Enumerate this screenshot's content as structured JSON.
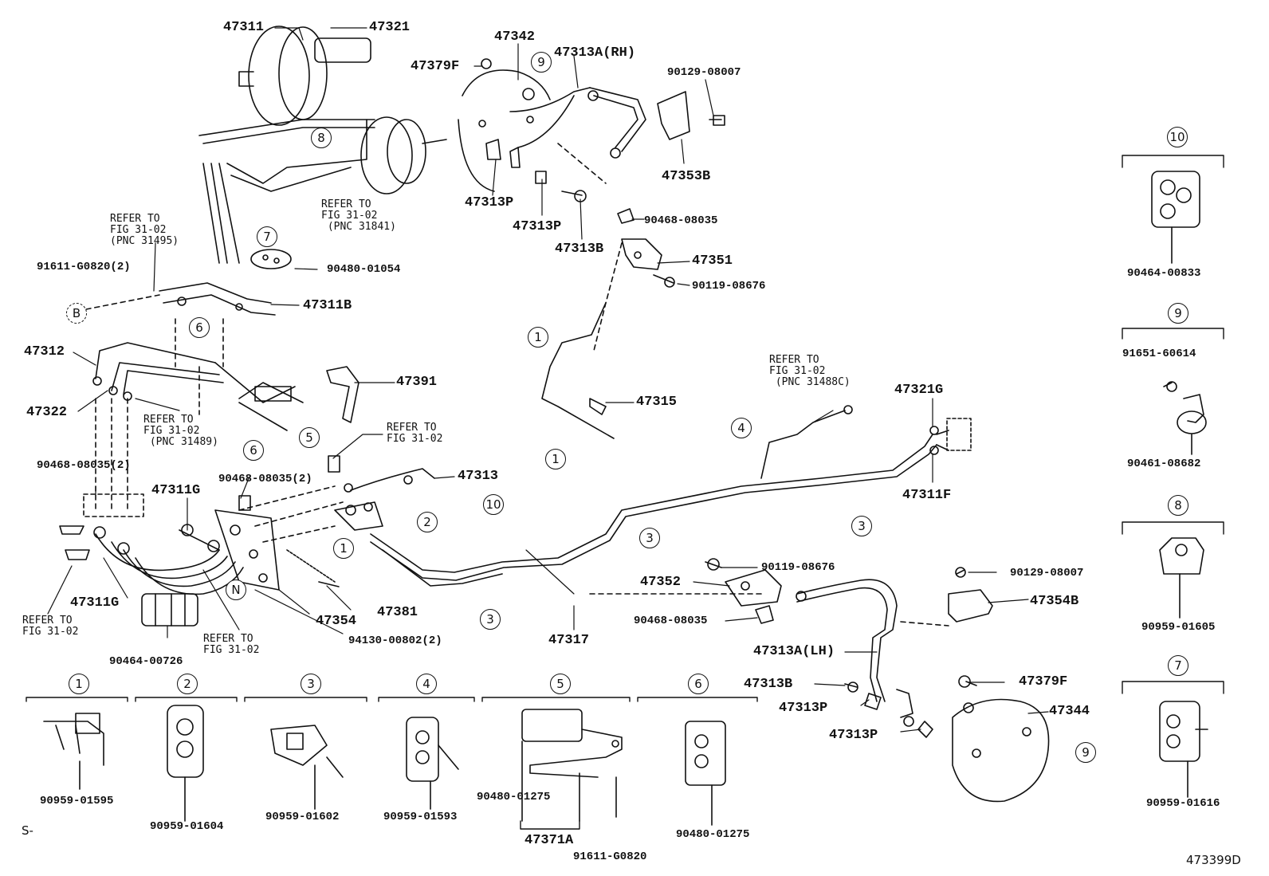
{
  "labels": {
    "p47311": "47311",
    "p47321": "47321",
    "p47342": "47342",
    "p47379F_top": "47379F",
    "p47313A_RH": "47313A(RH)",
    "p90129_08007_top": "90129-08007",
    "p47353B": "47353B",
    "p47313P_a": "47313P",
    "p47313P_b": "47313P",
    "p47313B_top": "47313B",
    "p90468_08035_mid": "90468-08035",
    "p47351": "47351",
    "p90119_08676_top": "90119-08676",
    "p90480_01054": "90480-01054",
    "p91611_G0820_2": "91611-G0820(2)",
    "p47311B": "47311B",
    "p47312": "47312",
    "p47322": "47322",
    "p47391": "47391",
    "p47315": "47315",
    "p47321G": "47321G",
    "p47311F": "47311F",
    "p47313": "47313",
    "p90468_08035_2a": "90468-08035(2)",
    "p90468_08035_2b": "90468-08035(2)",
    "p47311G_a": "47311G",
    "p47311G_b": "47311G",
    "p90119_08676_bot": "90119-08676",
    "p47352": "47352",
    "p90129_08007_bot": "90129-08007",
    "p47354B": "47354B",
    "p90468_08035_bot": "90468-08035",
    "p47354": "47354",
    "p47381": "47381",
    "p47317": "47317",
    "p94130_00802": "94130-00802(2)",
    "p90464_00726": "90464-00726",
    "p47313A_LH": "47313A(LH)",
    "p47313B_bot": "47313B",
    "p47379F_bot": "47379F",
    "p47313P_c": "47313P",
    "p47344": "47344",
    "p47313P_d": "47313P",
    "p90464_00833": "90464-00833",
    "p91651_60614": "91651-60614",
    "p90461_08682": "90461-08682",
    "p90959_01605": "90959-01605",
    "p90959_01616": "90959-01616",
    "p90959_01595": "90959-01595",
    "p90959_01604": "90959-01604",
    "p90959_01602": "90959-01602",
    "p90959_01593": "90959-01593",
    "p90480_01275_a": "90480-01275",
    "p90480_01275_b": "90480-01275",
    "p47371A": "47371A",
    "p91611_G0820": "91611-G0820"
  },
  "notes": {
    "refer_31841": "REFER TO\nFIG 31-02\n (PNC 31841)",
    "refer_31495": "REFER TO\nFIG 31-02\n(PNC 31495)",
    "refer_31489": "REFER TO\nFIG 31-02\n (PNC 31489)",
    "refer_31488C": "REFER TO\nFIG 31-02\n (PNC 31488C)",
    "refer_mid": "REFER TO\nFIG 31-02",
    "refer_left": "REFER TO\nFIG 31-02",
    "refer_bot": "REFER TO\nFIG 31-02"
  },
  "callouts": {
    "c1": "1",
    "c2": "2",
    "c3": "3",
    "c4": "4",
    "c5": "5",
    "c6": "6",
    "c7": "7",
    "c8": "8",
    "c9": "9",
    "c10": "10",
    "cB": "B",
    "cN": "N"
  },
  "footer": {
    "prefix": "S-",
    "diagram_id": "473399D"
  }
}
